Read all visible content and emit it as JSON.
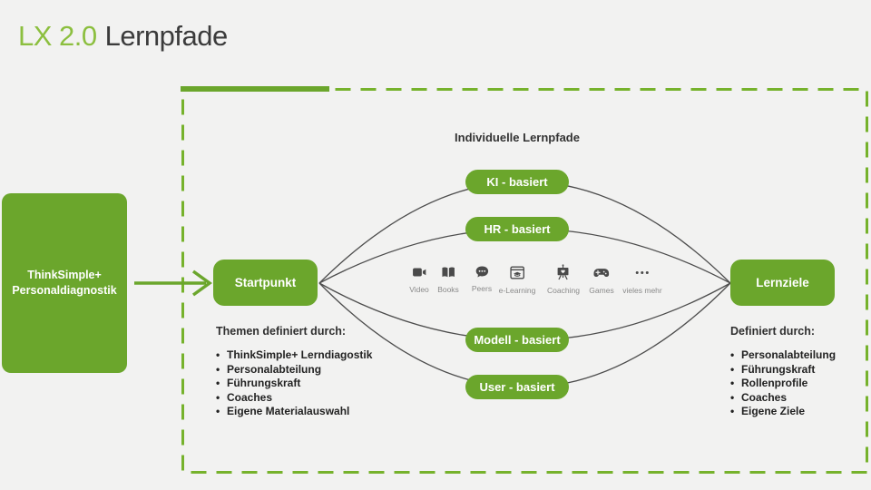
{
  "title": {
    "highlight": "LX 2.0",
    "rest": "Lernpfade"
  },
  "colors": {
    "box_green": "#6BA62C",
    "dash_green": "#76B22C",
    "title_green": "#8CBF3F",
    "curve_gray": "#4D4D4D",
    "background": "#F2F2F1"
  },
  "left_panel": {
    "line1": "ThinkSimple+",
    "line2": "Personaldiagnostik"
  },
  "diagram": {
    "header": "Individuelle Lernpfade",
    "start_node": "Startpunkt",
    "end_node": "Lernziele",
    "paths": [
      {
        "label": "KI - basiert"
      },
      {
        "label": "HR - basiert"
      },
      {
        "label": "Modell - basiert"
      },
      {
        "label": "User - basiert"
      }
    ],
    "media": [
      {
        "icon": "video-icon",
        "label": "Video"
      },
      {
        "icon": "books-icon",
        "label": "Books"
      },
      {
        "icon": "peers-icon",
        "label": "Peers"
      },
      {
        "icon": "elearning-icon",
        "label": "e-Learning"
      },
      {
        "icon": "coaching-icon",
        "label": "Coaching"
      },
      {
        "icon": "games-icon",
        "label": "Games"
      },
      {
        "icon": "more-dots-icon",
        "label": "vieles mehr"
      }
    ],
    "left_list": {
      "heading": "Themen definiert durch:",
      "items": [
        "ThinkSimple+ Lerndiagostik",
        "Personalabteilung",
        "Führungskraft",
        "Coaches",
        "Eigene Materialauswahl"
      ]
    },
    "right_list": {
      "heading": "Definiert durch:",
      "items": [
        "Personalabteilung",
        "Führungskraft",
        "Rollenprofile",
        "Coaches",
        "Eigene Ziele"
      ]
    }
  }
}
